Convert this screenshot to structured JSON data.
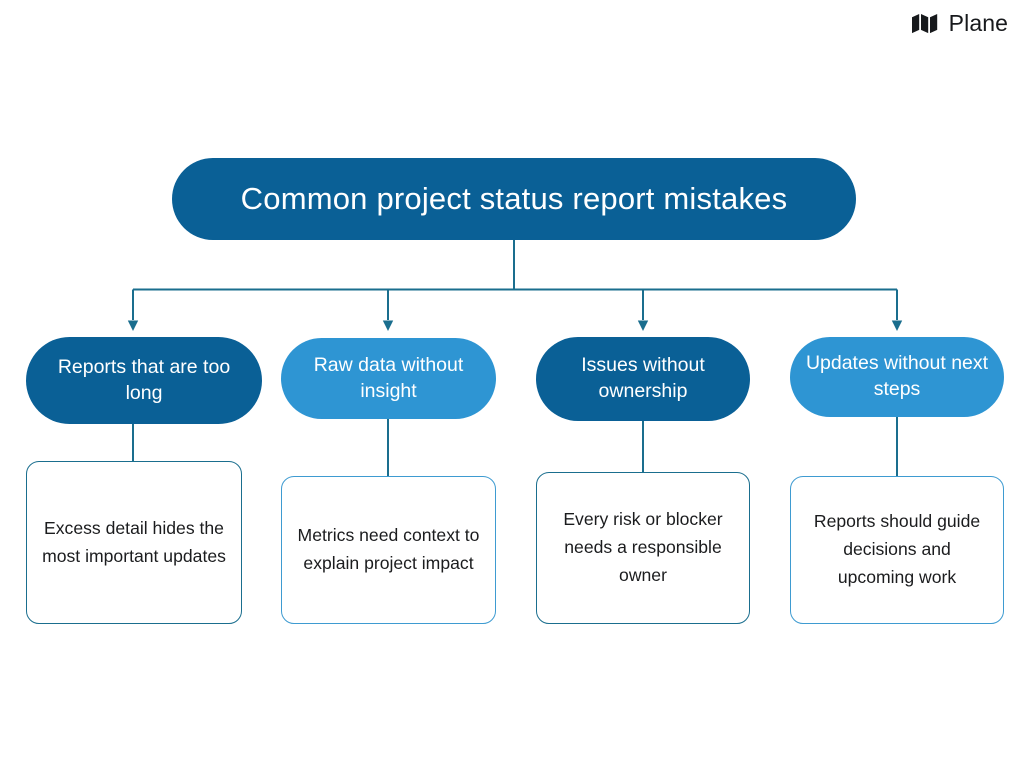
{
  "brand": {
    "name": "Plane",
    "logo_icon": "plane-logo-icon"
  },
  "diagram": {
    "type": "tree",
    "root": {
      "label": "Common project status report mistakes",
      "fill": "#0A6096",
      "text_color": "#FFFFFF"
    },
    "connector_color": "#1A6E8E",
    "branches": [
      {
        "title": "Reports that are too long",
        "title_fill": "#0A6096",
        "detail": "Excess detail hides the most important updates",
        "detail_border": "#1A6E8E",
        "detail_fill": "#FFFFFF",
        "detail_text_color": "#1B1C1E"
      },
      {
        "title": "Raw data without insight",
        "title_fill": "#2E95D3",
        "detail": "Metrics need context to explain project impact",
        "detail_border": "#3E9BD1",
        "detail_fill": "#FFFFFF",
        "detail_text_color": "#1B1C1E"
      },
      {
        "title": "Issues without ownership",
        "title_fill": "#0A6096",
        "detail": "Every risk or blocker needs a responsible owner",
        "detail_border": "#1A6E8E",
        "detail_fill": "#FFFFFF",
        "detail_text_color": "#1B1C1E"
      },
      {
        "title": "Updates without next steps",
        "title_fill": "#2E95D3",
        "detail": "Reports should guide decisions and upcoming work",
        "detail_border": "#3E9BD1",
        "detail_fill": "#FFFFFF",
        "detail_text_color": "#1B1C1E"
      }
    ]
  }
}
